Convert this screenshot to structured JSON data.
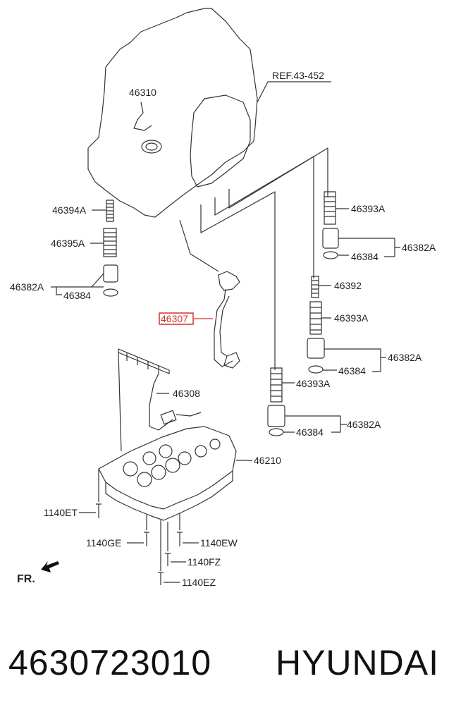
{
  "labels": {
    "ref": "REF.43-452",
    "p46310": "46310",
    "p46394A": "46394A",
    "p46395A": "46395A",
    "p46382A_left": "46382A",
    "p46384_left": "46384",
    "p46393A_top": "46393A",
    "p46384_r1": "46384",
    "p46382A_r1": "46382A",
    "p46392": "46392",
    "p46393A_mid": "46393A",
    "p46382A_r2": "46382A",
    "p46384_r2": "46384",
    "p46307": "46307",
    "p46308": "46308",
    "p46393A_low": "46393A",
    "p46384_r3": "46384",
    "p46382A_r3": "46382A",
    "p46210": "46210",
    "p1140ET": "1140ET",
    "p1140GE": "1140GE",
    "p1140EW": "1140EW",
    "p1140FZ": "1140FZ",
    "p1140EZ": "1140EZ",
    "fr": "FR."
  },
  "highlight_color": "#d0342c",
  "footer": {
    "part_number": "4630723010",
    "brand": "HYUNDAI"
  }
}
